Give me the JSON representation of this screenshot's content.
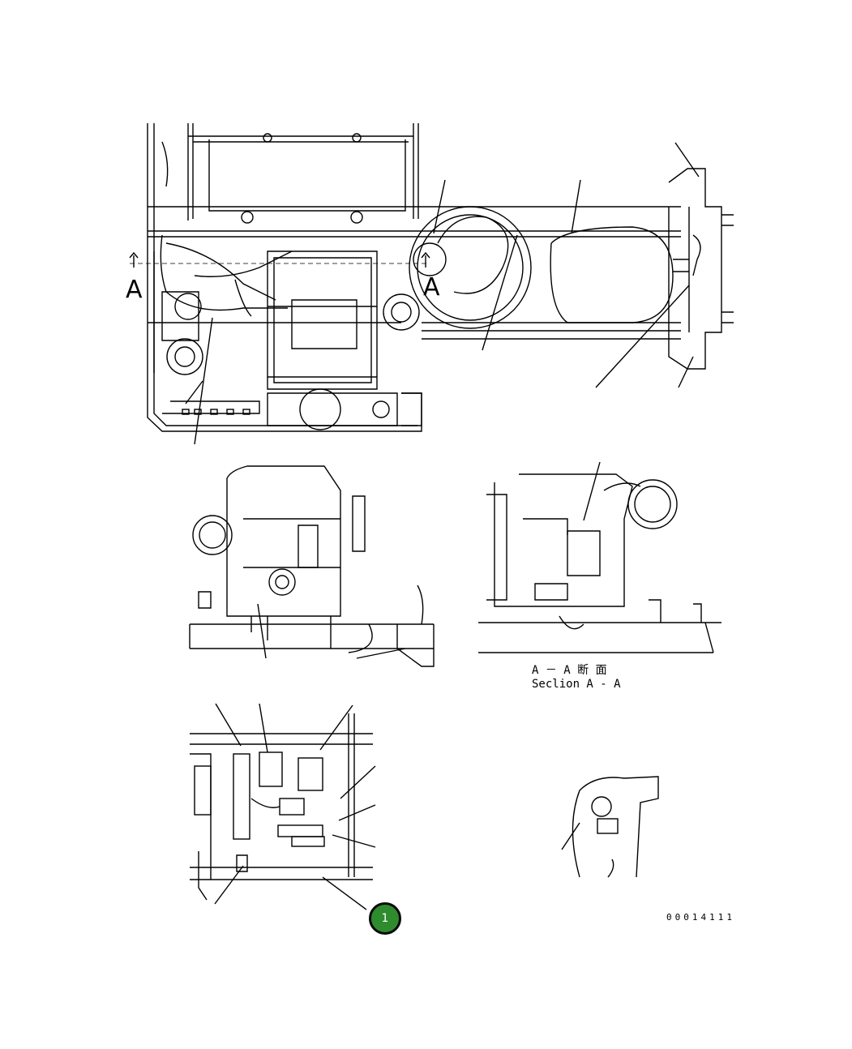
{
  "section_marks": {
    "left": "A",
    "right": "A"
  },
  "section_title": {
    "jp": "A － A 断 面",
    "en": "Seclion A - A"
  },
  "drawing_number": "00014111",
  "callout": {
    "number": "1"
  }
}
